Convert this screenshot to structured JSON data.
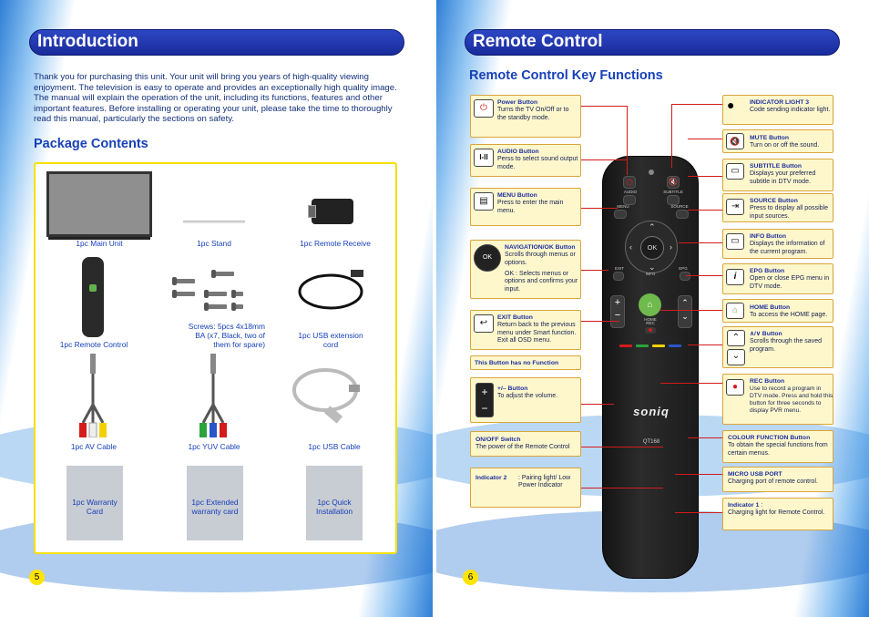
{
  "left_page": {
    "title": "Introduction",
    "intro": "Thank you for purchasing this unit. Your unit will bring you years of high-quality viewing enjoyment. The television is easy to operate and provides an exceptionally high quality image. The manual will explain the operation of the unit, including its functions, features and other important features. Before installing or operating your unit, please take the time to thoroughly read this manual, particularly the sections on safety.",
    "package_heading": "Package Contents",
    "items": {
      "main_unit": "1pc Main Unit",
      "stand": "1pc Stand",
      "receiver": "1pc Remote Receive",
      "remote": "1pc Remote Control",
      "screws": "Screws: 5pcs 4x18mm BA (x7, Black, two of them for spare)",
      "usb_ext": "1pc USB extension cord",
      "av_cable": "1pc AV Cable",
      "yuv_cable": "1pc YUV Cable",
      "usb_cable": "1pc USB Cable",
      "warranty": "1pc Warranty Card",
      "ext_warranty": "1pc Extended warranty card",
      "quick_install": "1pc Quick Installation"
    },
    "page_number": "5"
  },
  "right_page": {
    "title": "Remote Control",
    "subheading": "Remote Control Key Functions",
    "page_number": "6",
    "remote": {
      "brand": "soniq",
      "model": "QT168",
      "ok": "OK",
      "labels": {
        "audio": "AUDIO",
        "subtitle": "SUBTITLE",
        "menu": "MENU",
        "source": "SOURCE",
        "exit": "EXIT",
        "info": "INFO",
        "epg": "EPG",
        "rec": "REC",
        "home": "HOME"
      }
    },
    "left_callouts": {
      "power": {
        "title": "Power Button",
        "text": "Turns the TV On/Off or to the standby mode."
      },
      "audio": {
        "title": "AUDIO Button",
        "text": "Perss to select sound output mode.",
        "icon": "I-II"
      },
      "menu": {
        "title": "MENU Button",
        "text": "Press to enter the main menu."
      },
      "nav": {
        "title": "NAVIGATION/OK Button",
        "text": "Scrolls through menus or options.",
        "ok_text": "OK : Selects menus or options and confirms your input.",
        "icon": "OK"
      },
      "exit": {
        "title": "EXIT Button",
        "text": "Return back to the previous menu under Smart function. Exit all OSD menu."
      },
      "nofunc": {
        "text": "This Button has no Function"
      },
      "volume": {
        "title": "+/– Button",
        "text": "To adjust the volume."
      },
      "onoff": {
        "title": "ON/OFF Switch",
        "text": "The power of the Remote Control"
      },
      "ind2": {
        "title": "Indicator 2",
        "text": ": Pairing light/ Low Power Indicator"
      }
    },
    "right_callouts": {
      "ind3": {
        "title": "INDICATOR LIGHT 3",
        "text": "Code sending indicator light."
      },
      "mute": {
        "title": "MUTE Button",
        "text": "Turn on or off the sound."
      },
      "subtitle": {
        "title": "SUBTITLE Button",
        "text": "Displays your preferred subtitle in DTV mode."
      },
      "source": {
        "title": "SOURCE Button",
        "text": "Press to display all possible input sources."
      },
      "info": {
        "title": "INFO Button",
        "text": "Displays the information of the current program."
      },
      "epg": {
        "title": "EPG Button",
        "text": "Open or close EPG menu in DTV mode."
      },
      "home": {
        "title": "HOME Button",
        "text": "To access the HOME page."
      },
      "updown": {
        "title": "Button",
        "text": "Scrolls through the saved program.",
        "symbol": "∧/∨"
      },
      "rec": {
        "title": "REC Button",
        "text": "Use to record a program in DTV mode. Press and hold this button for three seconds to display PVR menu."
      },
      "colour": {
        "title": "COLOUR FUNCTION Button",
        "text": "To obtain the special functions from certain menus."
      },
      "usb": {
        "title": "MICRO USB PORT",
        "text": "Charging port of remote control."
      },
      "ind1": {
        "title": "Indicator 1",
        "text": "Charging light for Remote Control."
      }
    }
  },
  "colors": {
    "title_bar": "#1f36b0",
    "heading_blue": "#1740b8",
    "page_badge": "#ffe400",
    "package_border": "#f4e000",
    "callout_bg": "#fff7cc",
    "leader_line": "#d41b1b"
  }
}
